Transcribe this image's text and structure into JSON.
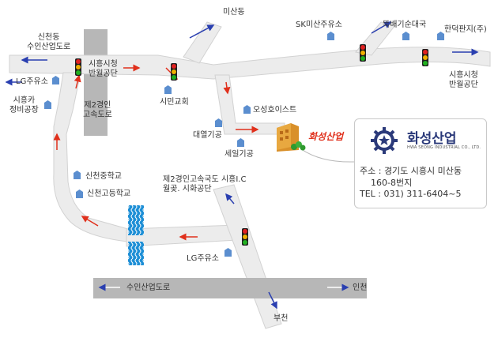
{
  "labels": {
    "misandong": "미산동",
    "sk_gas": "SK미산주유소",
    "ttukbaegi": "뚝배기순대국",
    "handuk": "한덕판지(주)",
    "sincheon_road": "신천동\n수인산업도로",
    "siheung_banwol_top": "시흥시청\n반월공단",
    "siheung_banwol_right": "시흥시청\n반월공단",
    "lg_gas_left": "LG주유소",
    "expressway_2": "제2경인\n고속도로",
    "simin_church": "시민교회",
    "siheungka": "시흥카\n정비공장",
    "oseong_east": "오성호이스트",
    "daeyeol": "대열기공",
    "seil": "세일기공",
    "sincheon_middle": "신천중학교",
    "sincheon_high": "신천고등학교",
    "siheung_ic": "제2경인고속국도 시흥I.C\n월곶. 시화공단",
    "lg_gas_bottom": "LG주유소",
    "suin_bottom": "수인산업도로",
    "incheon": "인천",
    "bucheon": "부천"
  },
  "company": {
    "tag": "화성산업",
    "logo_name": "화성산업",
    "logo_sub": "HWA SEONG INDUSTRIAL CO., LTD.",
    "address_line1": "주소 : 경기도 시흥시 미산동",
    "address_line2": "160-8번지",
    "tel": "TEL : 031) 311-6404~5"
  },
  "colors": {
    "road": "#ececec",
    "road_edge": "#d2d2d2",
    "expressway": "#b7b7b7",
    "water": "#1e8fd6",
    "blue_arrow": "#2a3fb0",
    "red_arrow": "#e0301c",
    "poi": "#5b8ecf",
    "brand": "#2b3a7a"
  }
}
